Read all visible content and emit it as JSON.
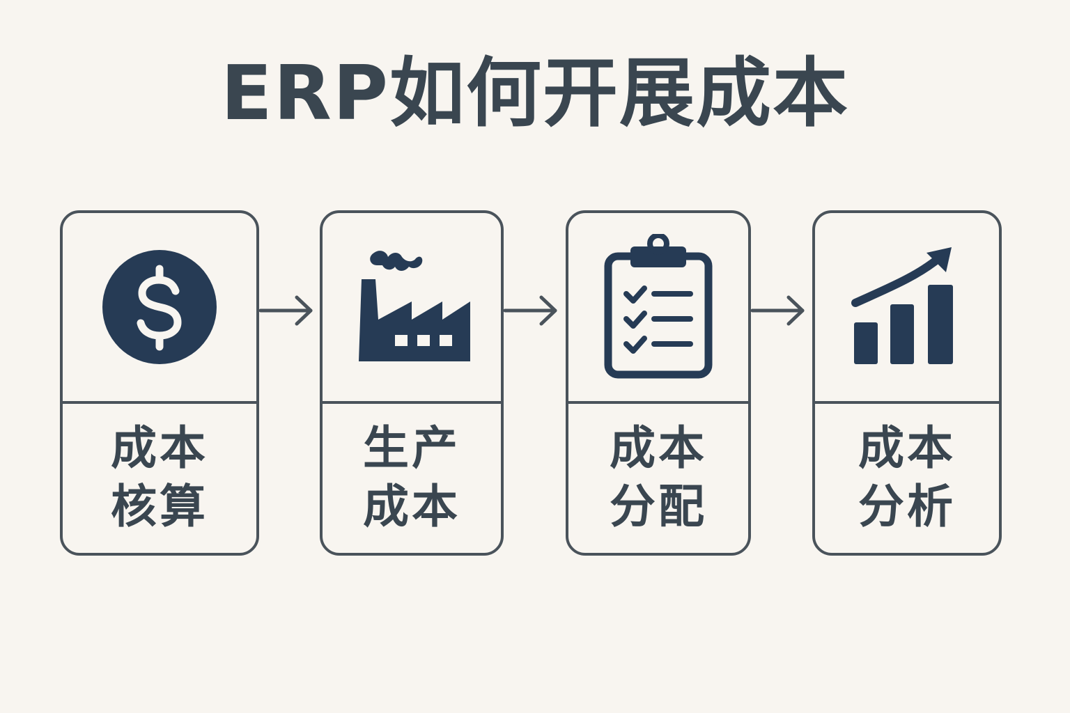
{
  "title": "ERP如何开展成本",
  "colors": {
    "background": "#f8f5f0",
    "text": "#3a4650",
    "border": "#4a535b",
    "icon": "#263b55"
  },
  "steps": [
    {
      "icon": "dollar-coin-icon",
      "label_line1": "成本",
      "label_line2": "核算"
    },
    {
      "icon": "factory-icon",
      "label_line1": "生产",
      "label_line2": "成本"
    },
    {
      "icon": "clipboard-checklist-icon",
      "label_line1": "成本",
      "label_line2": "分配"
    },
    {
      "icon": "bar-chart-trend-icon",
      "label_line1": "成本",
      "label_line2": "分析"
    }
  ]
}
